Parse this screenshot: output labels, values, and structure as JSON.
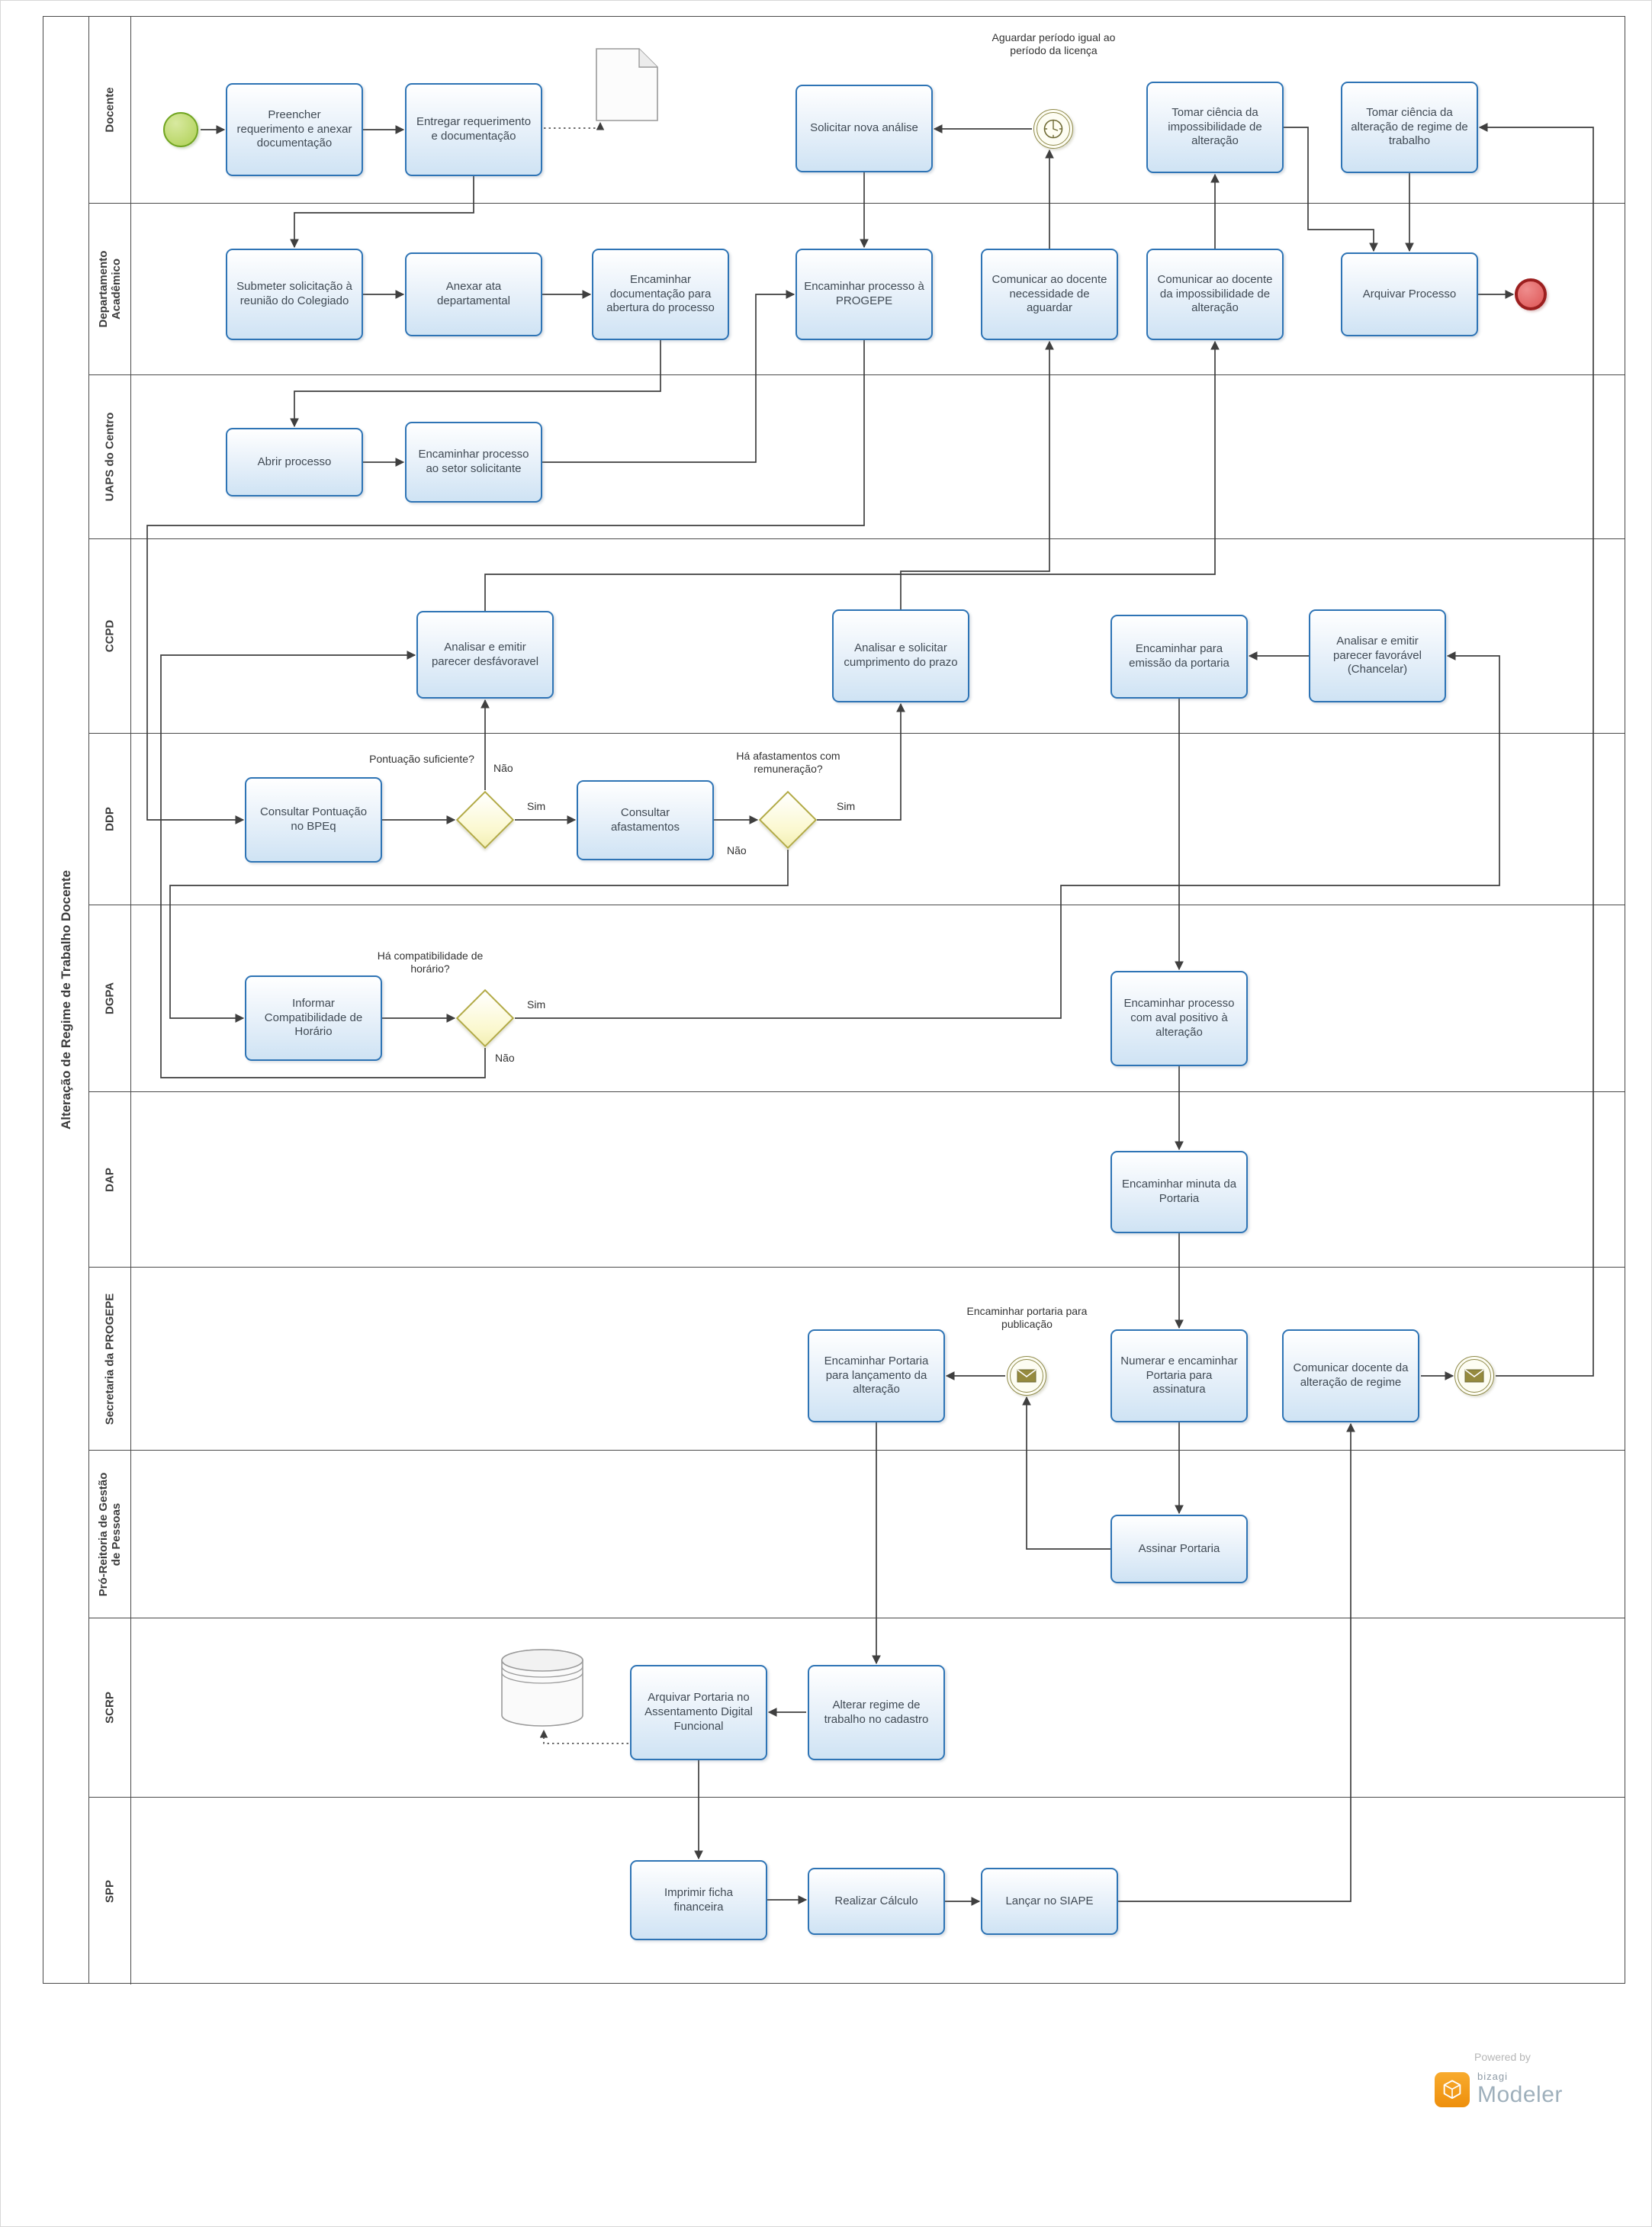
{
  "pool": {
    "title": "Alteração de Regime de Trabalho Docente"
  },
  "lanes": [
    "Docente",
    "Departamento Acadêmico",
    "UAPS do Centro",
    "CCPD",
    "DDP",
    "DGPA",
    "DAP",
    "Secretaria da PROGEPE",
    "Pró-Reitoria de Gestão de Pessoas",
    "SCRP",
    "SPP"
  ],
  "tasks": {
    "preencher": "Preencher requerimento e anexar documentação",
    "entregar": "Entregar requerimento e documentação",
    "solicitar_nova_analise": "Solicitar nova análise",
    "tomar_ciencia_impossibilidade": "Tomar ciência da impossibilidade de alteração",
    "tomar_ciencia_alteracao": "Tomar ciência da alteração de regime de trabalho",
    "submeter": "Submeter solicitação à reunião do Colegiado",
    "anexar_ata": "Anexar ata departamental",
    "encaminhar_doc": "Encaminhar documentação para abertura do processo",
    "encaminhar_progepe": "Encaminhar processo à PROGEPE",
    "comunicar_aguardar": "Comunicar ao docente necessidade de aguardar",
    "comunicar_impossibilidade": "Comunicar ao docente da impossibilidade de alteração",
    "arquivar_processo": "Arquivar Processo",
    "abrir_processo": "Abrir processo",
    "encaminhar_setor": "Encaminhar processo ao setor solicitante",
    "parecer_desfavoravel": "Analisar e emitir parecer desfávoravel",
    "solicitar_cumprimento": "Analisar e solicitar cumprimento do prazo",
    "encaminhar_emissao": "Encaminhar para emissão da portaria",
    "parecer_favoravel": "Analisar e emitir parecer favorável (Chancelar)",
    "consultar_pontuacao": "Consultar Pontuação no BPEq",
    "consultar_afastamentos": "Consultar afastamentos",
    "informar_compatibilidade": "Informar Compatibilidade de Horário",
    "aval_positivo": "Encaminhar processo com aval positivo à alteração",
    "minuta_portaria": "Encaminhar minuta da Portaria",
    "portaria_lancamento": "Encaminhar Portaria para lançamento da alteração",
    "numerar_portaria": "Numerar e encaminhar Portaria para assinatura",
    "comunicar_alteracao": "Comunicar docente da alteração de regime",
    "assinar_portaria": "Assinar Portaria",
    "arquivar_portaria": "Arquivar Portaria no Assentamento Digital Funcional",
    "alterar_regime": "Alterar regime de trabalho no cadastro",
    "imprimir_ficha": "Imprimir ficha financeira",
    "realizar_calculo": "Realizar Cálculo",
    "lancar_siape": "Lançar no SIAPE"
  },
  "labels": {
    "gw1_question": "Pontuação suficiente?",
    "gw1_no": "Não",
    "gw1_yes": "Sim",
    "gw2_question": "Há afastamentos com remuneração?",
    "gw2_yes": "Sim",
    "gw2_no": "Não",
    "gw3_question": "Há compatibilidade de horário?",
    "gw3_yes": "Sim",
    "gw3_no": "Não",
    "timer_label": "Aguardar período igual ao período da licença",
    "msg1_label": "Encaminhar portaria para publicação"
  },
  "branding": {
    "powered_by": "Powered by",
    "brand": "bizagi",
    "product": "Modeler"
  },
  "colors": {
    "task_border": "#2e74b5",
    "task_fill": "#cfe3f4",
    "gateway_border": "#b2aa45",
    "gateway_fill": "#fbf8cf",
    "start_fill": "#aed053",
    "start_border": "#71a521",
    "end_fill": "#dd5555",
    "end_border": "#9c1f1f",
    "event_ring": "#8f8a4a",
    "brand_orange": "#ee8f0c"
  },
  "icons": {
    "timer": "clock-icon",
    "message": "envelope-icon",
    "document": "document-icon",
    "datastore": "database-icon"
  }
}
